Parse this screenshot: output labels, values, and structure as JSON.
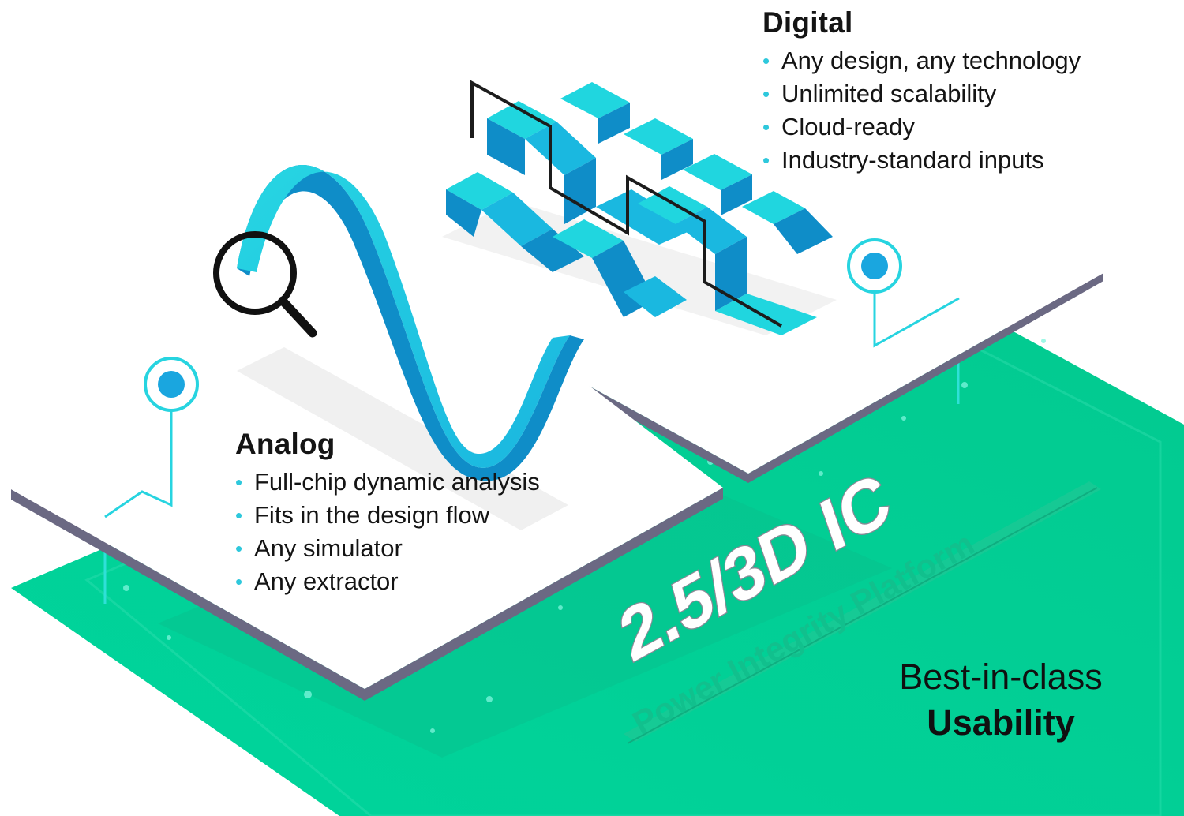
{
  "digital": {
    "title": "Digital",
    "items": [
      "Any design, any technology",
      "Unlimited scalability",
      "Cloud-ready",
      "Industry-standard inputs"
    ]
  },
  "analog": {
    "title": "Analog",
    "items": [
      "Full-chip dynamic analysis",
      "Fits in the design flow",
      "Any simulator",
      "Any extractor"
    ]
  },
  "platform": {
    "label": "2.5/3D IC",
    "sublabel": "Power Integrity Platform"
  },
  "usability": {
    "line1": "Best-in-class",
    "line2": "Usability"
  },
  "colors": {
    "green": "#00d49c",
    "dark_green": "#0eb789",
    "teal": "#1fcedd",
    "blue": "#0f8ec6",
    "slate": "#6e6c83"
  }
}
